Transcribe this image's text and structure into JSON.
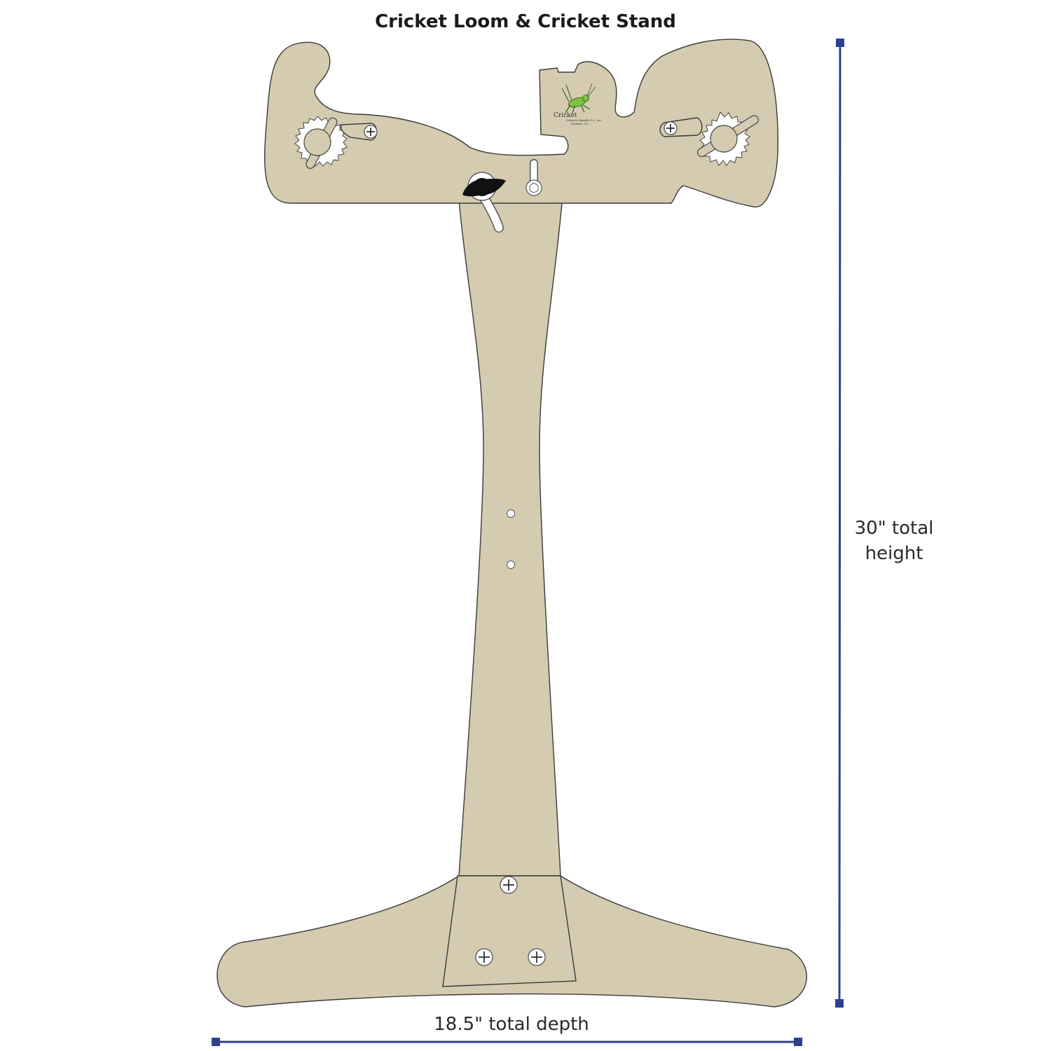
{
  "title": "Cricket Loom & Cricket Stand",
  "dimensions": {
    "height_line1": "30\" total",
    "height_line2": "height",
    "depth": "18.5\" total depth"
  },
  "logo": {
    "name": "Cricket",
    "line1": "Schacht Spindle Co., Inc.",
    "line2": "Boulder, CO"
  },
  "colors": {
    "wood": "#d4cbb0",
    "outline": "#3a3a3a",
    "dimension_line": "#2f3f8f",
    "logo_green": "#7cc242"
  }
}
